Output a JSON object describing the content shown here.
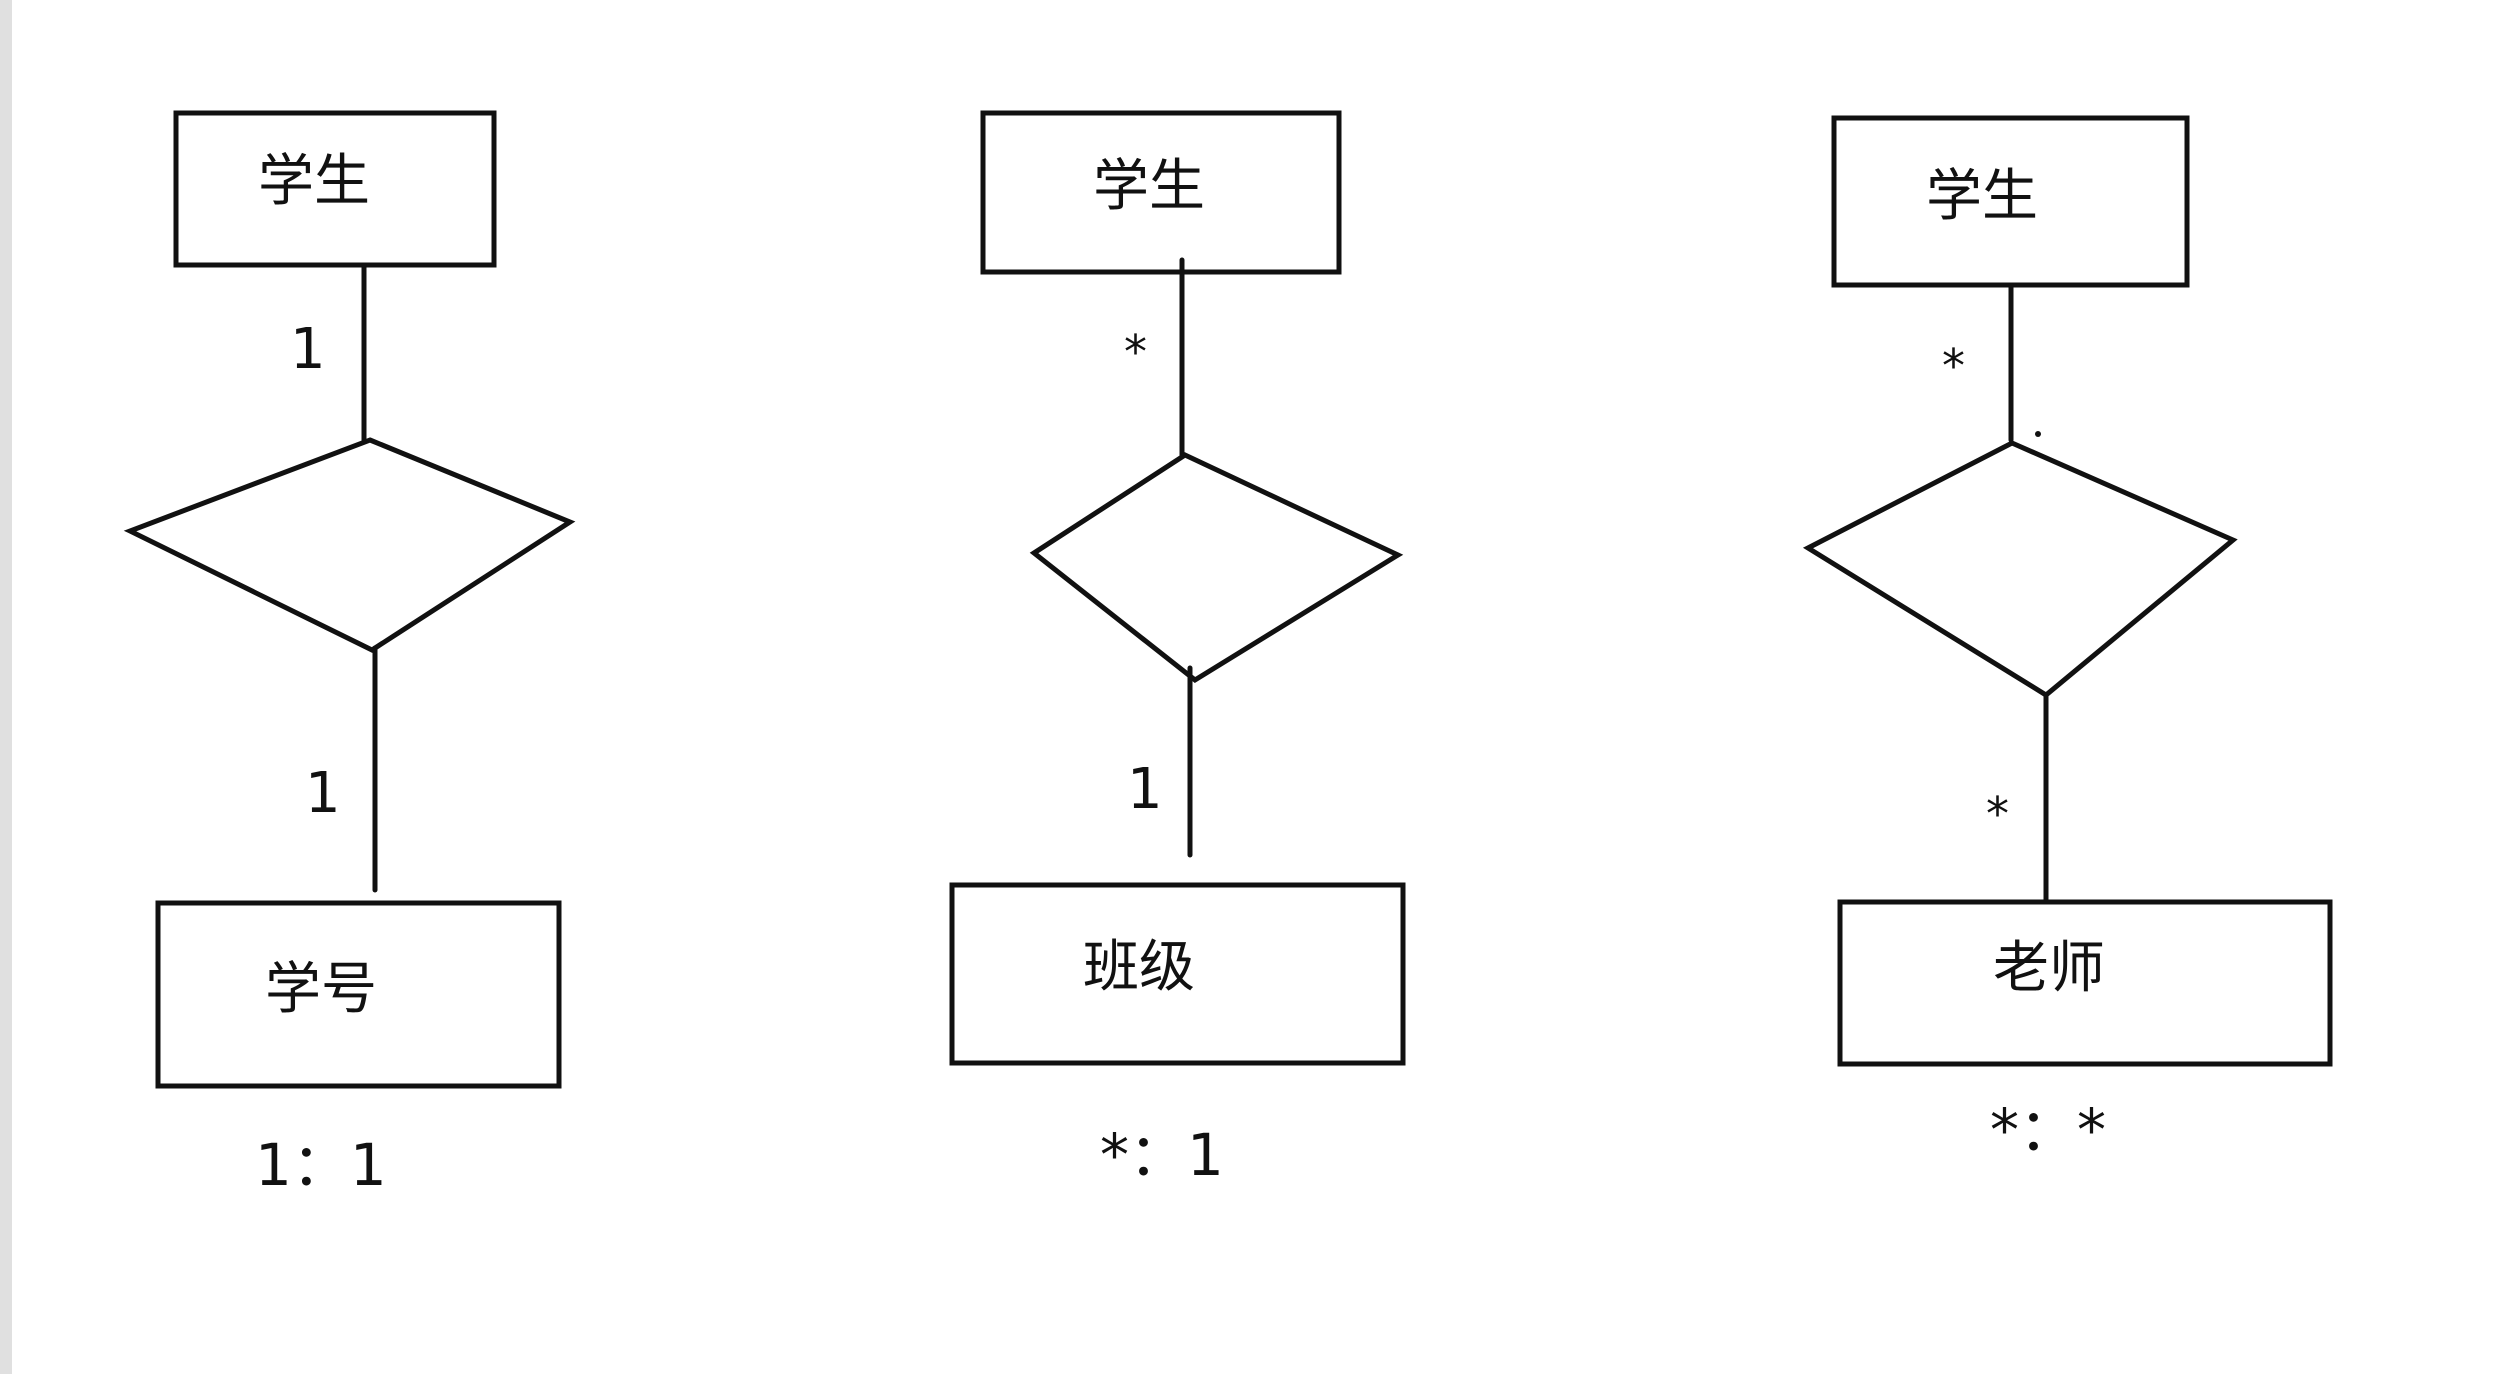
{
  "colors": {
    "background": "#ffffff",
    "ink": "#111111",
    "left_edge": "#e0e0e0"
  },
  "diagrams": [
    {
      "top_entity": "学生",
      "top_cardinality": "1",
      "bottom_cardinality": "1",
      "bottom_entity": "学号",
      "ratio": "1：1"
    },
    {
      "top_entity": "学生",
      "top_cardinality": "*",
      "bottom_cardinality": "1",
      "bottom_entity": "班级",
      "ratio": "*：1"
    },
    {
      "top_entity": "学生",
      "top_cardinality": "*",
      "bottom_cardinality": "*",
      "bottom_entity": "老师",
      "ratio": "*：*"
    }
  ]
}
